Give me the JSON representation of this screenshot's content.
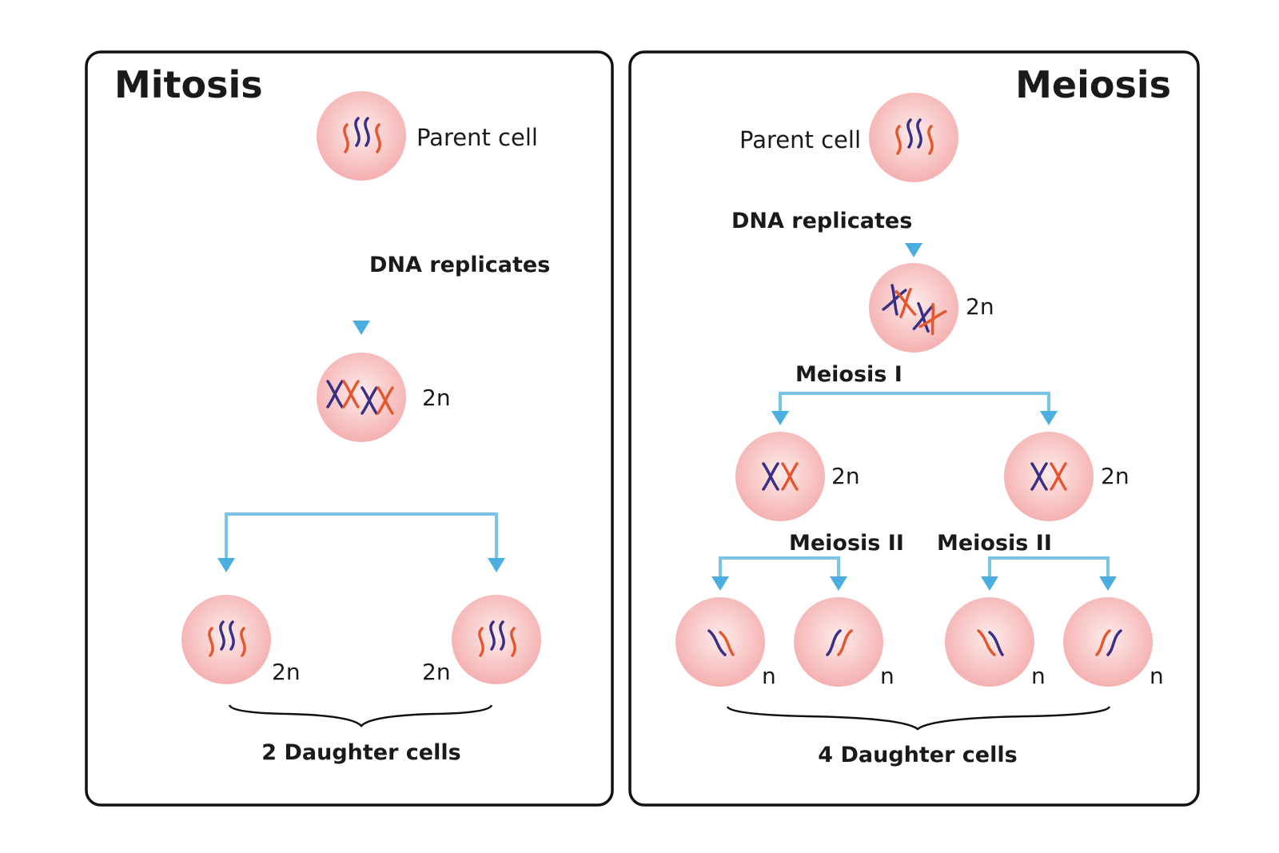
{
  "mitosis": {
    "title": "Mitosis",
    "parent_label": "Parent cell",
    "step_label": "DNA replicates",
    "replicated_ploidy": "2n",
    "daughter_ploidy": [
      "2n",
      "2n"
    ],
    "summary": "2 Daughter cells"
  },
  "meiosis": {
    "title": "Meiosis",
    "parent_label": "Parent cell",
    "step_label": "DNA replicates",
    "replicated_ploidy": "2n",
    "meiosis1_label": "Meiosis I",
    "meiosis1_ploidy": [
      "2n",
      "2n"
    ],
    "meiosis2_labels": [
      "Meiosis II",
      "Meiosis II"
    ],
    "daughter_ploidy": [
      "n",
      "n",
      "n",
      "n"
    ],
    "summary": "4 Daughter cells"
  },
  "colors": {
    "arrow": "#4aaee0",
    "maternal": "#e4572e",
    "paternal": "#3a2f86",
    "cell": "#f6b3b3"
  }
}
